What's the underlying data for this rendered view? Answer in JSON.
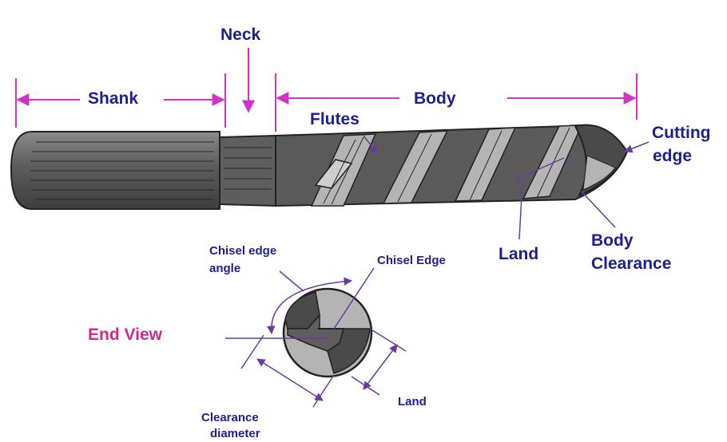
{
  "colors": {
    "dimension_line": "#d431c8",
    "leader_line": "#6a3aa0",
    "label_blue": "#1e1e8c",
    "label_pink": "#cc2a8e",
    "steel_dark": "#4a4a4a",
    "steel_mid": "#777777",
    "steel_light": "#b4b4b4"
  },
  "labels": {
    "neck": "Neck",
    "shank": "Shank",
    "body": "Body",
    "flutes": "Flutes",
    "cutting_edge_line1": "Cutting",
    "cutting_edge_line2": "edge",
    "land": "Land",
    "body_clearance_line1": "Body",
    "body_clearance_line2": "Clearance",
    "chisel_edge_angle_line1": "Chisel edge",
    "chisel_edge_angle_line2": "angle",
    "chisel_edge": "Chisel Edge",
    "end_view": "End View",
    "end_land": "Land",
    "clearance_diameter_line1": "Clearance",
    "clearance_diameter_line2": "diameter"
  }
}
